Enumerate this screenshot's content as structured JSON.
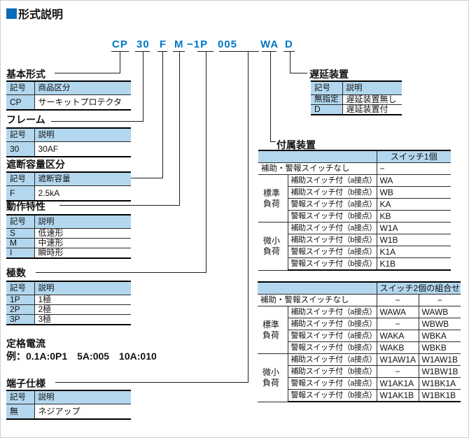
{
  "header": {
    "title": "形式説明"
  },
  "colors": {
    "accent_blue": "#0d6cb5",
    "code_blue": "#0077c4",
    "table_header_bg": "#b3d7ee"
  },
  "model_code": [
    "CP",
    "30",
    "F",
    "M",
    "−1P",
    "005",
    "WA",
    "D"
  ],
  "sections": {
    "basic": {
      "label": "基本形式",
      "headers": [
        "記号",
        "商品区分"
      ],
      "rows": [
        [
          "CP",
          "サーキットプロテクタ"
        ]
      ]
    },
    "frame": {
      "label": "フレーム",
      "headers": [
        "記号",
        "説明"
      ],
      "rows": [
        [
          "30",
          "30AF"
        ]
      ]
    },
    "breaking": {
      "label": "遮断容量区分",
      "headers": [
        "記号",
        "遮断容量"
      ],
      "rows": [
        [
          "F",
          "2.5kA"
        ]
      ]
    },
    "operating": {
      "label": "動作特性",
      "headers": [
        "記号",
        "説明"
      ],
      "rows": [
        [
          "S",
          "低速形"
        ],
        [
          "M",
          "中速形"
        ],
        [
          "I",
          "瞬時形"
        ]
      ]
    },
    "poles": {
      "label": "極数",
      "headers": [
        "記号",
        "説明"
      ],
      "rows": [
        [
          "1P",
          "1極"
        ],
        [
          "2P",
          "2極"
        ],
        [
          "3P",
          "3極"
        ]
      ]
    },
    "rated_current": {
      "label": "定格電流",
      "example": "例：0.1A:0P1　5A:005　10A:010"
    },
    "terminal": {
      "label": "端子仕様",
      "headers": [
        "記号",
        "説明"
      ],
      "rows": [
        [
          "無",
          "ネジアップ"
        ]
      ]
    },
    "delay": {
      "label": "遅延装置",
      "headers": [
        "記号",
        "説明"
      ],
      "rows": [
        [
          "無指定",
          "遅延装置無し"
        ],
        [
          "D",
          "遅延装置付"
        ]
      ]
    },
    "accessory": {
      "label": "付属装置",
      "single": {
        "col_header": "スイッチ1個",
        "none_label": "補助・警報スイッチなし",
        "none_value": "−",
        "std_group": "標準負荷",
        "micro_group": "微小負荷",
        "rows": [
          [
            "補助スイッチ付（a接点）",
            "WA"
          ],
          [
            "補助スイッチ付（b接点）",
            "WB"
          ],
          [
            "警報スイッチ付（a接点）",
            "KA"
          ],
          [
            "警報スイッチ付（b接点）",
            "KB"
          ],
          [
            "補助スイッチ付（a接点）",
            "W1A"
          ],
          [
            "補助スイッチ付（b接点）",
            "W1B"
          ],
          [
            "警報スイッチ付（a接点）",
            "K1A"
          ],
          [
            "警報スイッチ付（b接点）",
            "K1B"
          ]
        ]
      },
      "double": {
        "col_header": "スイッチ2個の組合せ",
        "none_label": "補助・警報スイッチなし",
        "none_values": [
          "−",
          "−"
        ],
        "std_group": "標準負荷",
        "micro_group": "微小負荷",
        "rows": [
          [
            "補助スイッチ付（a接点）",
            "WAWA",
            "WAWB"
          ],
          [
            "補助スイッチ付（b接点）",
            "−",
            "WBWB"
          ],
          [
            "警報スイッチ付（a接点）",
            "WAKA",
            "WBKA"
          ],
          [
            "警報スイッチ付（b接点）",
            "WAKB",
            "WBKB"
          ],
          [
            "補助スイッチ付（a接点）",
            "W1AW1A",
            "W1AW1B"
          ],
          [
            "補助スイッチ付（b接点）",
            "−",
            "W1BW1B"
          ],
          [
            "警報スイッチ付（a接点）",
            "W1AK1A",
            "W1BK1A"
          ],
          [
            "警報スイッチ付（b接点）",
            "W1AK1B",
            "W1BK1B"
          ]
        ]
      }
    }
  }
}
